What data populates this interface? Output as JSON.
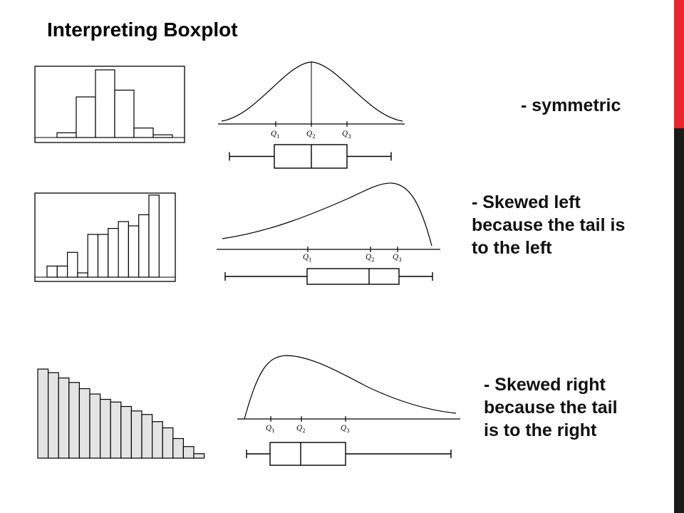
{
  "slide": {
    "title": "Interpreting Boxplot",
    "accent_color": "#e8262b",
    "side_bar_color": "#1a1a1a"
  },
  "rows": [
    {
      "id": "symmetric",
      "description_lines": [
        "- symmetric"
      ],
      "histogram_bars": [
        0.07,
        0.6,
        1.0,
        0.7,
        0.14,
        0.04
      ],
      "quartile_labels": [
        "Q",
        "Q",
        "Q"
      ],
      "quartile_subscripts": [
        "1",
        "2",
        "3"
      ]
    },
    {
      "id": "skewed-left",
      "description_lines": [
        "- Skewed left",
        "because the tail is",
        "to the left"
      ],
      "histogram_bars": [
        0.13,
        0.13,
        0.29,
        0.05,
        0.5,
        0.5,
        0.57,
        0.65,
        0.6,
        0.73,
        0.96
      ],
      "quartile_labels": [
        "Q",
        "Q",
        "Q"
      ],
      "quartile_subscripts": [
        "1",
        "2",
        "3"
      ]
    },
    {
      "id": "skewed-right",
      "description_lines": [
        "- Skewed right",
        "because the tail",
        "is to the right"
      ],
      "histogram_bars": [
        1.0,
        0.96,
        0.9,
        0.85,
        0.78,
        0.72,
        0.66,
        0.63,
        0.58,
        0.53,
        0.49,
        0.41,
        0.34,
        0.22,
        0.13,
        0.05
      ],
      "quartile_labels": [
        "Q",
        "Q",
        "Q"
      ],
      "quartile_subscripts": [
        "1",
        "2",
        "3"
      ]
    }
  ]
}
